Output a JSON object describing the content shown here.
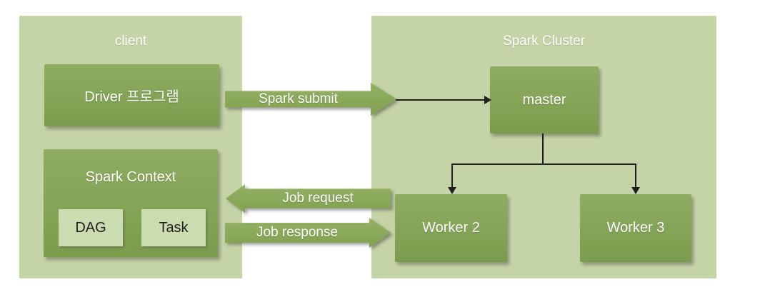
{
  "panels": {
    "client": {
      "title": "client"
    },
    "cluster": {
      "title": "Spark Cluster"
    }
  },
  "nodes": {
    "driver": {
      "label": "Driver 프로그램"
    },
    "spark_context": {
      "label": "Spark Context"
    },
    "dag": {
      "label": "DAG"
    },
    "task": {
      "label": "Task"
    },
    "master": {
      "label": "master"
    },
    "worker2": {
      "label": "Worker 2"
    },
    "worker3": {
      "label": "Worker 3"
    }
  },
  "arrows": {
    "spark_submit": {
      "label": "Spark submit",
      "direction": "right"
    },
    "job_request": {
      "label": "Job request",
      "direction": "left"
    },
    "job_response": {
      "label": "Job response",
      "direction": "right"
    }
  },
  "colors": {
    "panel_fill": "#c5d4a6",
    "node_fill_top": "#8fad62",
    "node_fill_bottom": "#7b9c4d",
    "subnode_fill": "#cbdcb0",
    "arrow_fill_top": "#93b163",
    "arrow_fill_bottom": "#81a150",
    "connector": "#1f1f1f",
    "label_light": "#ffffff",
    "label_dark": "#1f1f1f"
  }
}
